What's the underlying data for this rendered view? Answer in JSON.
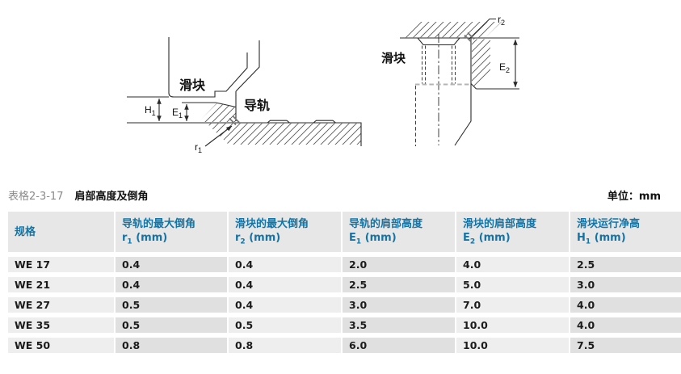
{
  "caption": {
    "table_number": "表格2-3-17",
    "title": "肩部高度及倒角",
    "unit": "单位：mm"
  },
  "diagrams": {
    "left": {
      "slider_label": "滑块",
      "rail_label": "导轨",
      "dim_h": {
        "letter": "H",
        "sub": "1"
      },
      "dim_e": {
        "letter": "E",
        "sub": "1"
      },
      "dim_r": {
        "letter": "r",
        "sub": "1"
      }
    },
    "right": {
      "slider_label": "滑块",
      "dim_e": {
        "letter": "E",
        "sub": "2"
      },
      "dim_r": {
        "letter": "r",
        "sub": "2"
      }
    }
  },
  "table": {
    "columns": [
      {
        "title": "规格"
      },
      {
        "title": "导轨的最大倒角",
        "symbol": "r",
        "subscript": "1",
        "unit": "(mm)"
      },
      {
        "title": "滑块的最大倒角",
        "symbol": "r",
        "subscript": "2",
        "unit": "(mm)"
      },
      {
        "title": "导轨的肩部高度",
        "symbol": "E",
        "subscript": "1",
        "unit": "(mm)"
      },
      {
        "title": "滑块的肩部高度",
        "symbol": "E",
        "subscript": "2",
        "unit": "(mm)"
      },
      {
        "title": "滑块运行净高",
        "symbol": "H",
        "subscript": "1",
        "unit": "(mm)"
      }
    ],
    "rows": [
      {
        "spec": "WE 17",
        "values": [
          "0.4",
          "0.4",
          "2.0",
          "4.0",
          "2.5"
        ]
      },
      {
        "spec": "WE 21",
        "values": [
          "0.4",
          "0.4",
          "2.5",
          "5.0",
          "3.0"
        ]
      },
      {
        "spec": "WE 27",
        "values": [
          "0.5",
          "0.4",
          "3.0",
          "7.0",
          "4.0"
        ]
      },
      {
        "spec": "WE 35",
        "values": [
          "0.5",
          "0.5",
          "3.5",
          "10.0",
          "4.0"
        ]
      },
      {
        "spec": "WE 50",
        "values": [
          "0.8",
          "0.8",
          "6.0",
          "10.0",
          "7.5"
        ]
      }
    ]
  },
  "colors": {
    "header_text_blue": "#1374a5",
    "header_bg": "#e7e7e7",
    "cell_light": "#eeeeee",
    "cell_dark": "#e0e0e0",
    "caption_gray": "#8a8a8a",
    "line_color": "#2b2b2b"
  }
}
